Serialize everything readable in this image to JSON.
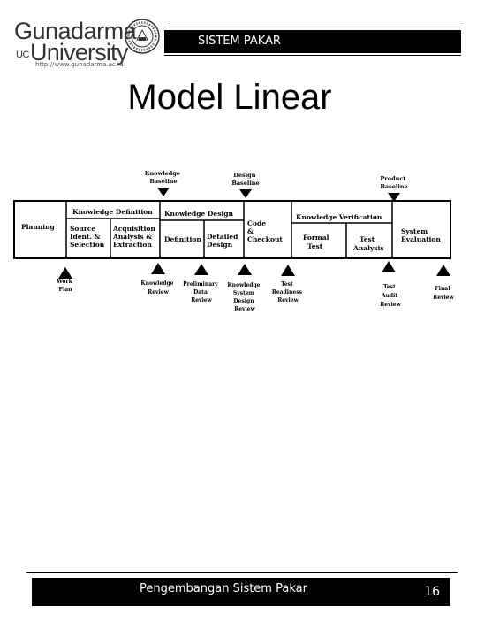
{
  "header": {
    "logo": {
      "line1": "Gunadarma",
      "uc": "UC",
      "line2": "University",
      "url": "http://www.gunadarma.ac.id"
    },
    "bar_title": "SISTEM PAKAR"
  },
  "slide": {
    "title": "Model Linear"
  },
  "diagram": {
    "top_labels": {
      "knowledge_baseline": [
        "Knowledge",
        "Baseline"
      ],
      "design_baseline": [
        "Design",
        "Baseline"
      ],
      "product_baseline": [
        "Product",
        "Baseline"
      ]
    },
    "phases": {
      "planning": "Planning",
      "knowledge_definition": "Knowledge Definition",
      "source": [
        "Source",
        "Ident. &",
        "Selection"
      ],
      "acquisition": [
        "Acquisition",
        "Analysis &",
        "Extraction"
      ],
      "knowledge_design": "Knowledge Design",
      "definition": "Definition",
      "detailed_design": [
        "Detailed",
        "Design"
      ],
      "code_checkout": [
        "Code",
        "&",
        "Checkout"
      ],
      "knowledge_verification": "Knowledge Verification",
      "formal_test": [
        "Formal",
        "Test"
      ],
      "test_analysis": [
        "Test",
        "Analysis"
      ],
      "system_evaluation": [
        "System",
        "Evaluation"
      ]
    },
    "bottom_labels": {
      "work_plan": [
        "Work",
        "Plan"
      ],
      "knowledge_review": [
        "Knowledge",
        "Review"
      ],
      "preliminary_data_review": [
        "Preliminary",
        "Data",
        "Review"
      ],
      "knowledge_system_design_review": [
        "Knowledge",
        "System",
        "Design",
        "Review"
      ],
      "test_readiness_review": [
        "Test",
        "Readiness",
        "Review"
      ],
      "test_audit_review": [
        "Test",
        "Audit",
        "Review"
      ],
      "final_review": [
        "Final",
        "Review"
      ]
    }
  },
  "footer": {
    "text": "Pengembangan Sistem Pakar",
    "page_number": "16"
  }
}
